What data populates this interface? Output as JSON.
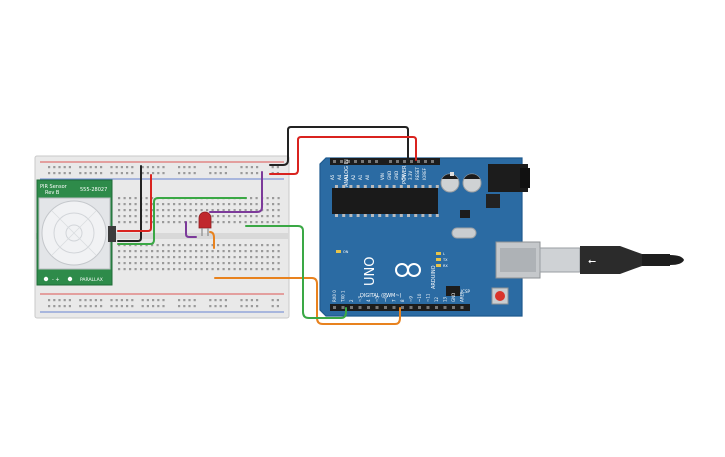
{
  "pir": {
    "line1": "PIR Sensor",
    "line2": "Rev B",
    "part": "555-28027",
    "brand": "PARALLAX",
    "pin_marks": "- +"
  },
  "arduino": {
    "model": "UNO",
    "brand": "ARDUINO",
    "analog_label": "ANALOG IN",
    "power_label": "POWER",
    "digital_label": "DIGITAL (PWM~)",
    "analog_pins": [
      "A5",
      "A4",
      "A3",
      "A2",
      "A1",
      "A0"
    ],
    "power_pins": [
      "VIN",
      "GND",
      "GND",
      "5V",
      "3.3V",
      "RESET",
      "IOREF"
    ],
    "digital_pins": [
      "RX0 0",
      "TX0 1",
      "2",
      "~3",
      "4",
      "~5",
      "~6",
      "7",
      "8",
      "~9",
      "~10",
      "~11",
      "12",
      "13",
      "GND",
      "AREF"
    ],
    "led_labels": [
      "L",
      "TX",
      "RX",
      "ON"
    ],
    "icsp": "ICSP"
  },
  "colors": {
    "board": "#2b6ba3",
    "board_dark": "#1f5a8f",
    "wire_black": "#222222",
    "wire_red": "#d9231f",
    "wire_green": "#3aa845",
    "wire_purple": "#7c3a9a",
    "wire_orange": "#e8821e",
    "breadboard": "#e9e9e9",
    "pir_green": "#2e8b4a",
    "led_red": "#c0282d"
  }
}
